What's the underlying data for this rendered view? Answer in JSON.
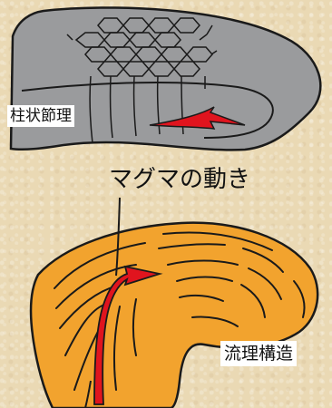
{
  "labels": {
    "columnar_jointing": "柱状節理",
    "magma_movement": "マグマの動き",
    "flow_structure": "流理構造"
  },
  "colors": {
    "background": "#ead9b4",
    "rock_gray": "#9a9b9d",
    "rock_orange": "#f2a32e",
    "magma_red": "#e0141e",
    "outline": "#1a1a1a"
  }
}
